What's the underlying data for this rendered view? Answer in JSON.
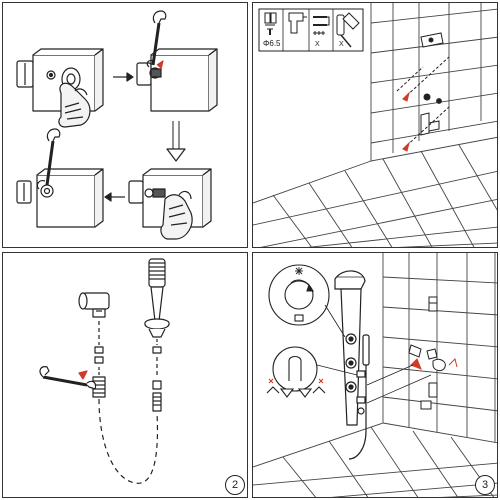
{
  "steps": {
    "step2_number": "2",
    "step3_number": "3"
  },
  "tools_panel": {
    "drill_size_label": "Φ6.5",
    "screw_qty_label": "X",
    "anchor_qty_label": "X"
  },
  "colors": {
    "line": "#222222",
    "tile_line": "#444444",
    "arrow_red": "#d23a2a",
    "hand_fill": "#f3f3f3"
  }
}
